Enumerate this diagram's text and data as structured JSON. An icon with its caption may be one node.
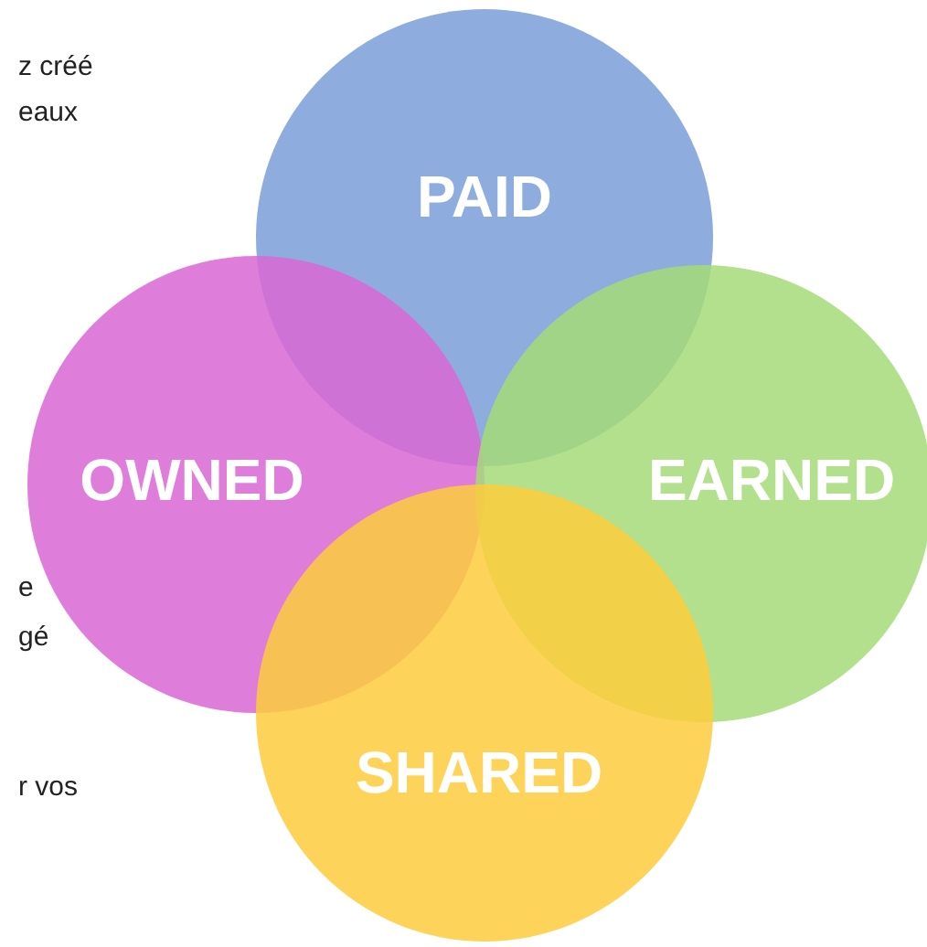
{
  "diagram": {
    "nodes": [
      {
        "text": [
          "PAID"
        ]
      },
      {
        "text": [
          "OWNED"
        ]
      },
      {
        "text": [
          "EARNED"
        ]
      },
      {
        "text": [
          "SHARED"
        ]
      }
    ],
    "labels": [
      "z créé",
      "eaux",
      "e",
      "gé",
      "r vos"
    ]
  }
}
